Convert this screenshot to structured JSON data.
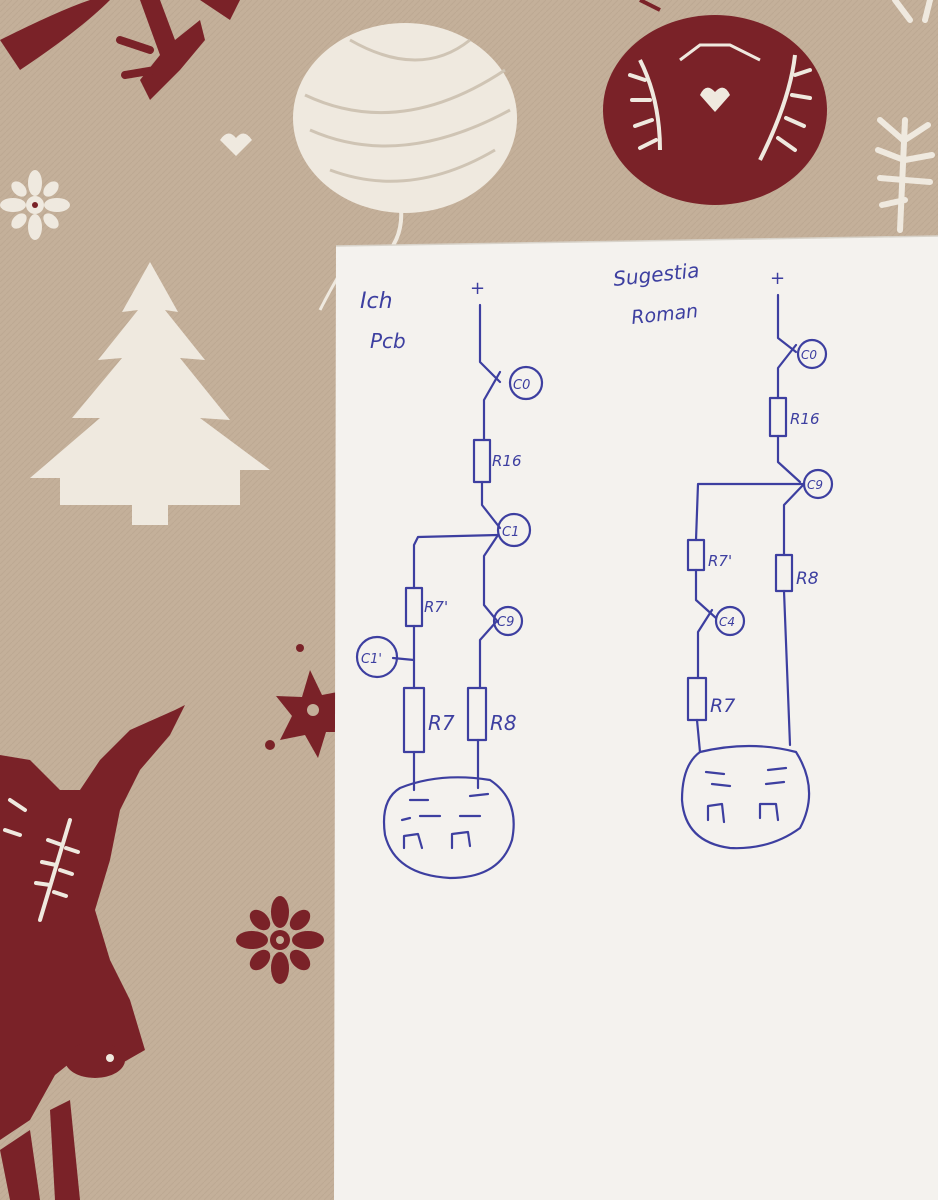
{
  "left_schematic": {
    "heading_line1": "Ich",
    "heading_line2": "Pcb",
    "plus": "+",
    "labels": {
      "c0": "C0",
      "r16": "R16",
      "c1": "C1",
      "r7_prime": "R7'",
      "c9": "C9",
      "c1_prime": "C1'",
      "r7": "R7",
      "r8": "R8"
    }
  },
  "right_schematic": {
    "heading_line1": "Sugestia",
    "heading_line2": "Roman",
    "plus": "+",
    "labels": {
      "c0": "C0",
      "r16": "R16",
      "c9": "C9",
      "r7_prime": "R7'",
      "r8": "R8",
      "c4": "C4",
      "r7": "R7"
    }
  },
  "colors": {
    "tablecloth": "#c4b09a",
    "paper": "#f4f2ee",
    "ink": "#3d3fa0",
    "ornament_red": "#7a2228",
    "ornament_white": "#efe9df"
  }
}
